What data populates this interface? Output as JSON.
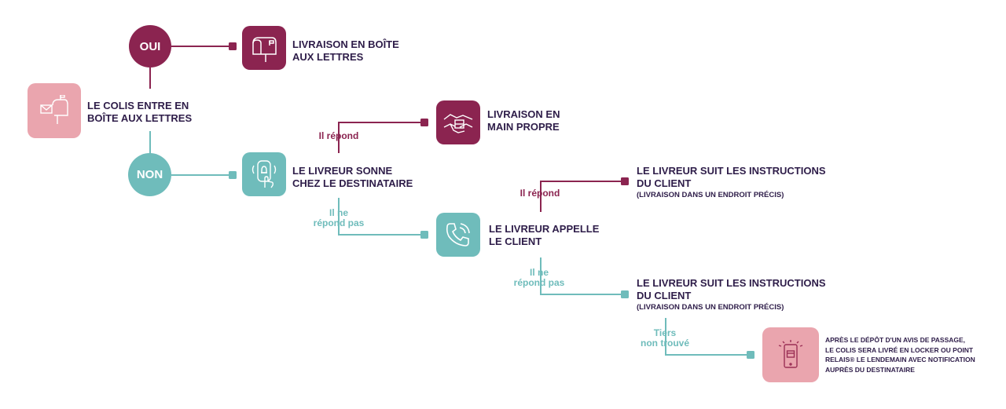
{
  "colors": {
    "maroon": "#8b2450",
    "teal": "#6fbcbb",
    "pink": "#eaa5ae",
    "text": "#2e1d49"
  },
  "start": {
    "label_line1": "LE COLIS ENTRE EN",
    "label_line2": "BOÎTE AUX LETTRES",
    "icon": "mailbox-envelope-icon"
  },
  "yes": {
    "label": "OUI",
    "result_line1": "LIVRAISON EN BOÎTE",
    "result_line2": "AUX LETTRES",
    "icon": "mailbox-icon"
  },
  "no": {
    "label": "NON",
    "action_line1": "LE LIVREUR SONNE",
    "action_line2": "CHEZ LE DESTINATAIRE",
    "icon": "doorbell-icon"
  },
  "answers_doorbell": {
    "label": "Il répond",
    "result_line1": "LIVRAISON EN",
    "result_line2": "MAIN PROPRE",
    "icon": "handshake-parcel-icon"
  },
  "no_answer_doorbell": {
    "label_line1": "Il ne",
    "label_line2": "répond pas",
    "action_line1": "LE LIVREUR APPELLE",
    "action_line2": "LE CLIENT",
    "icon": "phone-icon"
  },
  "answers_call": {
    "label": "Il répond",
    "result_line1": "LE LIVREUR SUIT LES INSTRUCTIONS",
    "result_line2": "DU CLIENT",
    "result_note": "(LIVRAISON DANS UN ENDROIT PRÉCIS)"
  },
  "no_answer_call": {
    "label_line1": "Il ne",
    "label_line2": "répond pas",
    "result_line1": "LE LIVREUR SUIT LES INSTRUCTIONS",
    "result_line2": "DU CLIENT",
    "result_note": "(LIVRAISON DANS UN ENDROIT PRÉCIS)"
  },
  "third_party_not_found": {
    "label_line1": "Tiers",
    "label_line2": "non trouvé",
    "icon": "smartphone-parcel-icon",
    "result_line1": "APRÈS LE DÉPÔT D'UN AVIS DE PASSAGE,",
    "result_line2": "LE COLIS SERA LIVRÉ EN LOCKER OU POINT",
    "result_line3": "RELAIS® LE LENDEMAIN AVEC NOTIFICATION",
    "result_line4": "AUPRÈS DU DESTINATAIRE"
  }
}
